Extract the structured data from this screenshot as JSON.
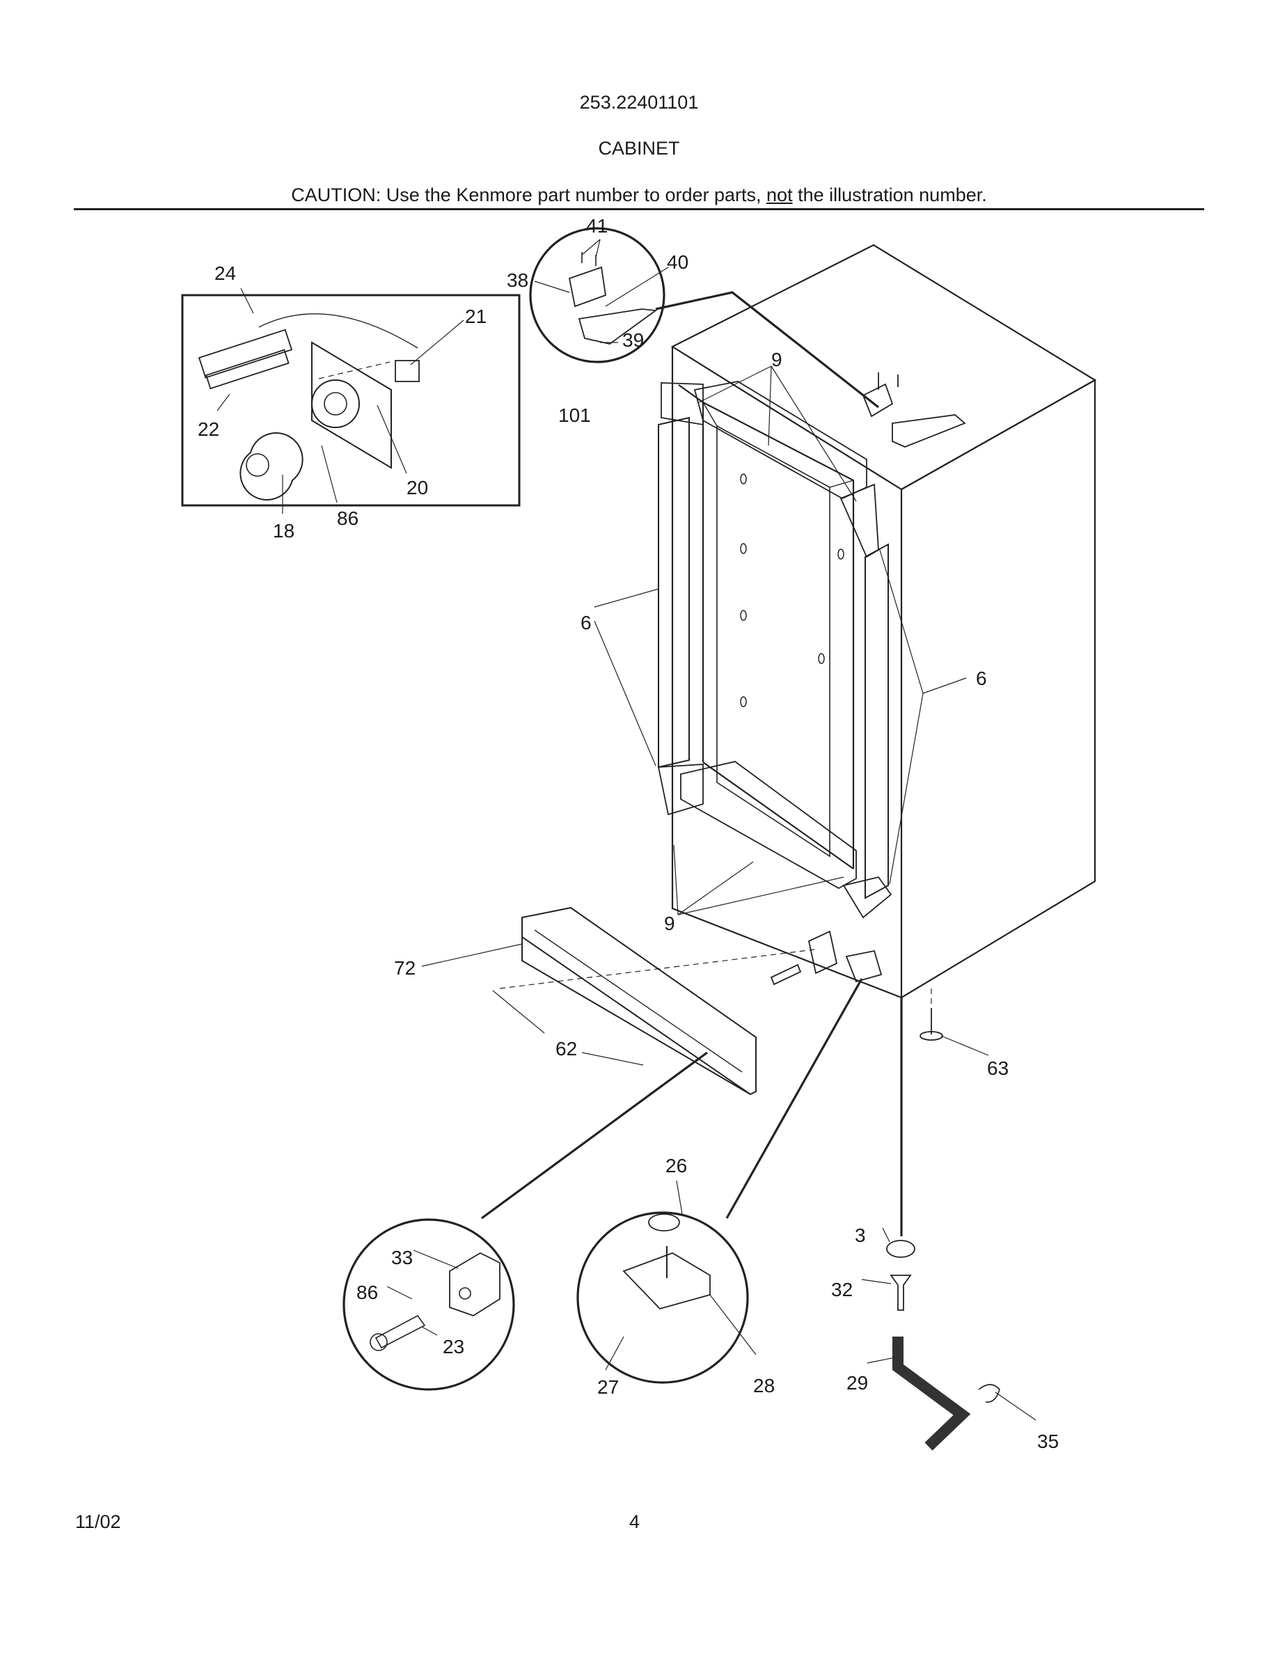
{
  "header": {
    "model_number": "253.22401101",
    "section_title": "CABINET",
    "caution_prefix": "CAUTION: Use the Kenmore part number to order parts, ",
    "caution_emphasis": "not",
    "caution_suffix": " the illustration number."
  },
  "callouts": [
    "24",
    "21",
    "22",
    "20",
    "18",
    "86",
    "41",
    "38",
    "40",
    "39",
    "101",
    "9",
    "6",
    "6",
    "9",
    "72",
    "62",
    "63",
    "26",
    "3",
    "32",
    "33",
    "86",
    "23",
    "27",
    "28",
    "29",
    "35"
  ],
  "footer": {
    "date": "11/02",
    "page": "4"
  }
}
